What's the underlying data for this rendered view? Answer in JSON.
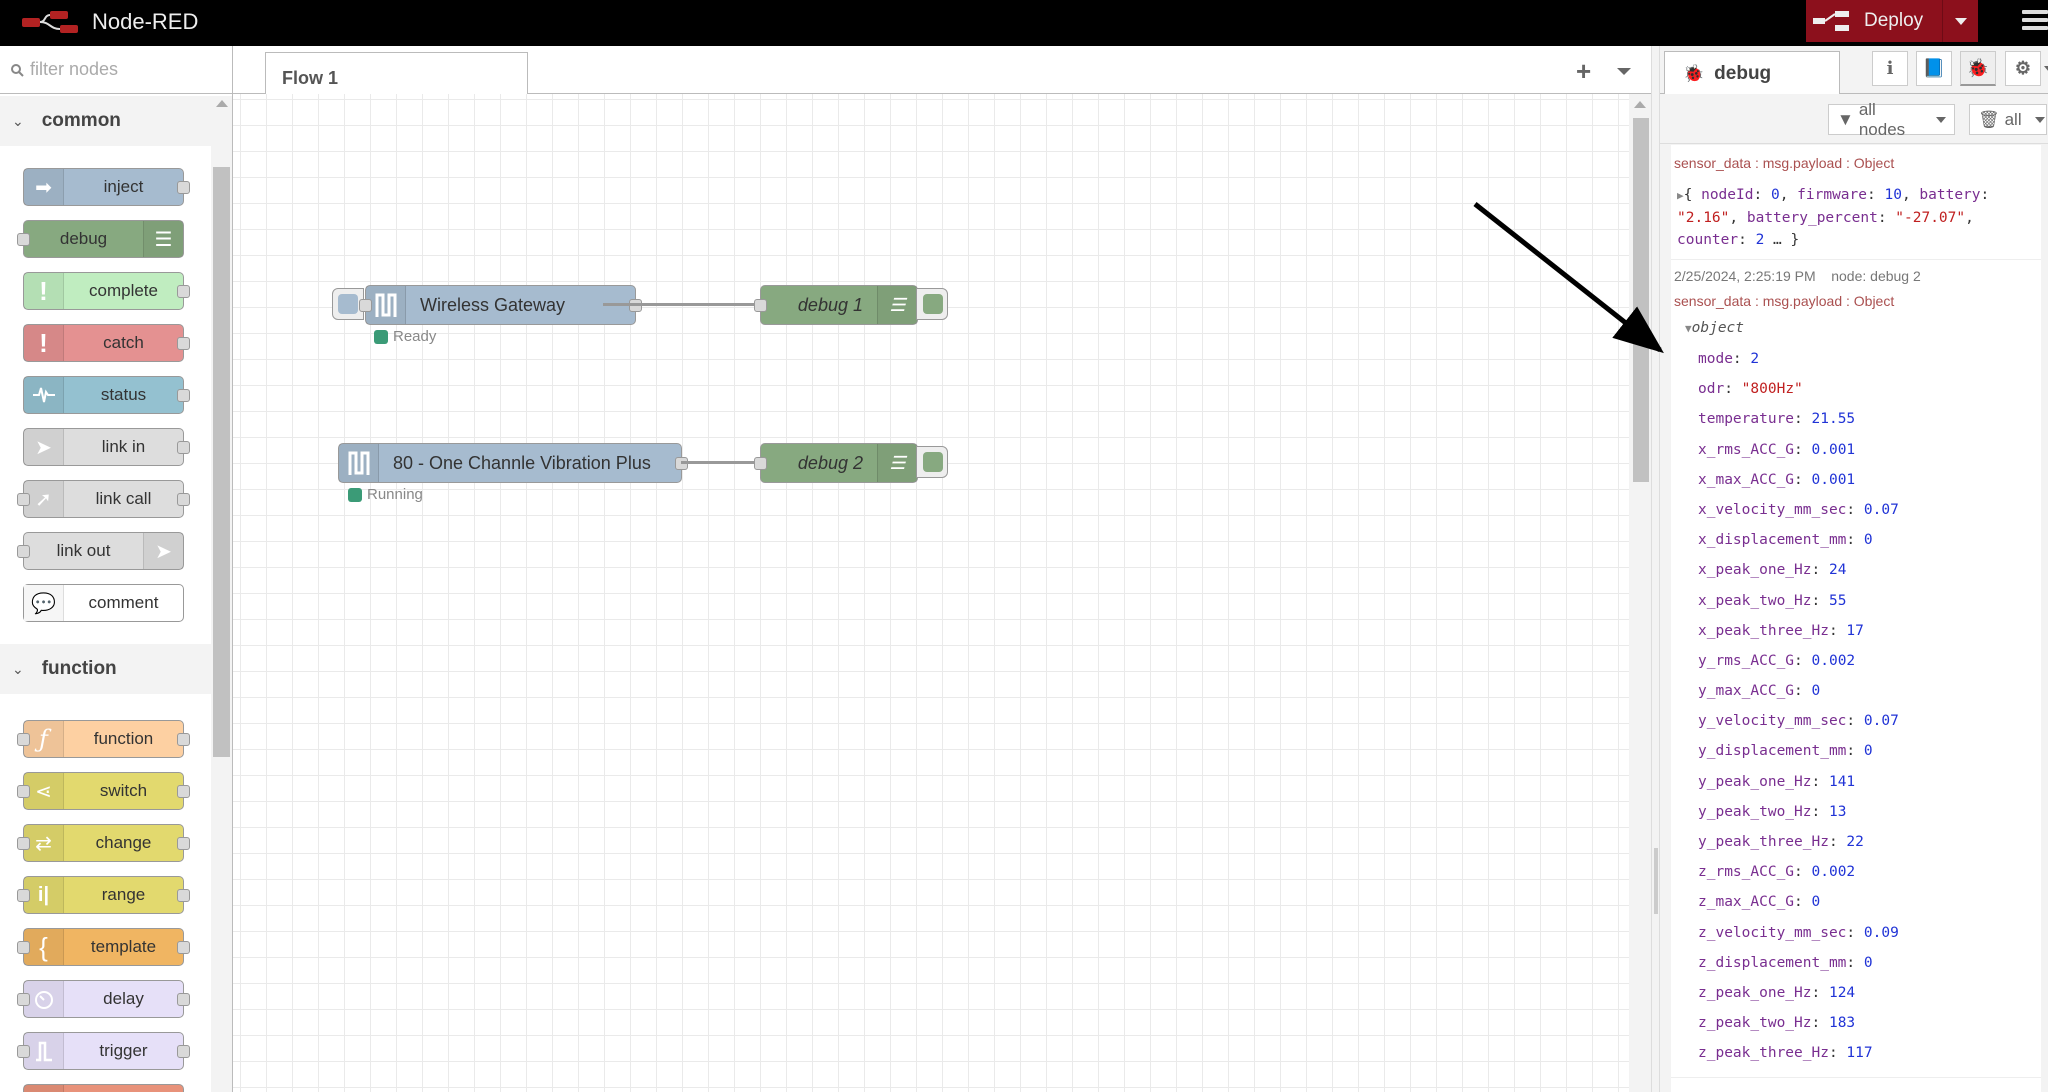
{
  "header": {
    "app_title": "Node-RED",
    "deploy_label": "Deploy",
    "deploy_color": "#8c101c"
  },
  "palette": {
    "search_placeholder": "filter nodes",
    "categories": [
      {
        "name": "common",
        "nodes": [
          {
            "label": "inject",
            "icon": "arrow-in-icon",
            "color": "#a6bbcf"
          },
          {
            "label": "debug",
            "icon": "list-icon",
            "color": "#87a980"
          },
          {
            "label": "complete",
            "icon": "exclamation-icon",
            "color": "#c0edc0"
          },
          {
            "label": "catch",
            "icon": "exclamation-icon",
            "color": "#e49191"
          },
          {
            "label": "status",
            "icon": "pulse-icon",
            "color": "#94c1d0"
          },
          {
            "label": "link in",
            "icon": "link-in-icon",
            "color": "#dddddd"
          },
          {
            "label": "link call",
            "icon": "link-call-icon",
            "color": "#dddddd"
          },
          {
            "label": "link out",
            "icon": "link-out-icon",
            "color": "#dddddd"
          },
          {
            "label": "comment",
            "icon": "comment-icon",
            "color": "#ffffff"
          }
        ]
      },
      {
        "name": "function",
        "nodes": [
          {
            "label": "function",
            "icon": "function-icon",
            "color": "#fdd0a2"
          },
          {
            "label": "switch",
            "icon": "switch-icon",
            "color": "#e2d96e"
          },
          {
            "label": "change",
            "icon": "shuffle-icon",
            "color": "#e2d96e"
          },
          {
            "label": "range",
            "icon": "range-icon",
            "color": "#e2d96e"
          },
          {
            "label": "template",
            "icon": "brace-icon",
            "color": "#f0b562"
          },
          {
            "label": "delay",
            "icon": "timer-icon",
            "color": "#e6e0f8"
          },
          {
            "label": "trigger",
            "icon": "pulse-step-icon",
            "color": "#e6e0f8"
          }
        ]
      }
    ]
  },
  "workspace": {
    "tabs": [
      {
        "label": "Flow 1"
      }
    ],
    "flow_nodes": [
      {
        "label": "Wireless Gateway",
        "status": "Ready"
      },
      {
        "label": "debug 1"
      },
      {
        "label": "80 - One Channle Vibration Plus",
        "status": "Running"
      },
      {
        "label": "debug 2"
      }
    ]
  },
  "sidebar": {
    "active_tab": "debug",
    "tab_label": "debug",
    "filter_label": "all nodes",
    "clear_label": "all",
    "messages": [
      {
        "topic": "sensor_data : msg.payload : Object",
        "summary": {
          "nodeId": "0",
          "firmware": "10",
          "battery": "\"2.16\"",
          "battery_percent": "\"-27.07\"",
          "counter": "2"
        }
      },
      {
        "timestamp": "2/25/2024, 2:25:19 PM",
        "node": "node: debug 2",
        "topic": "sensor_data : msg.payload : Object",
        "object_label": "object",
        "props": [
          {
            "key": "mode",
            "value": "2",
            "type": "num"
          },
          {
            "key": "odr",
            "value": "\"800Hz\"",
            "type": "str"
          },
          {
            "key": "temperature",
            "value": "21.55",
            "type": "num"
          },
          {
            "key": "x_rms_ACC_G",
            "value": "0.001",
            "type": "num"
          },
          {
            "key": "x_max_ACC_G",
            "value": "0.001",
            "type": "num"
          },
          {
            "key": "x_velocity_mm_sec",
            "value": "0.07",
            "type": "num"
          },
          {
            "key": "x_displacement_mm",
            "value": "0",
            "type": "num"
          },
          {
            "key": "x_peak_one_Hz",
            "value": "24",
            "type": "num"
          },
          {
            "key": "x_peak_two_Hz",
            "value": "55",
            "type": "num"
          },
          {
            "key": "x_peak_three_Hz",
            "value": "17",
            "type": "num"
          },
          {
            "key": "y_rms_ACC_G",
            "value": "0.002",
            "type": "num"
          },
          {
            "key": "y_max_ACC_G",
            "value": "0",
            "type": "num"
          },
          {
            "key": "y_velocity_mm_sec",
            "value": "0.07",
            "type": "num"
          },
          {
            "key": "y_displacement_mm",
            "value": "0",
            "type": "num"
          },
          {
            "key": "y_peak_one_Hz",
            "value": "141",
            "type": "num"
          },
          {
            "key": "y_peak_two_Hz",
            "value": "13",
            "type": "num"
          },
          {
            "key": "y_peak_three_Hz",
            "value": "22",
            "type": "num"
          },
          {
            "key": "z_rms_ACC_G",
            "value": "0.002",
            "type": "num"
          },
          {
            "key": "z_max_ACC_G",
            "value": "0",
            "type": "num"
          },
          {
            "key": "z_velocity_mm_sec",
            "value": "0.09",
            "type": "num"
          },
          {
            "key": "z_displacement_mm",
            "value": "0",
            "type": "num"
          },
          {
            "key": "z_peak_one_Hz",
            "value": "124",
            "type": "num"
          },
          {
            "key": "z_peak_two_Hz",
            "value": "183",
            "type": "num"
          },
          {
            "key": "z_peak_three_Hz",
            "value": "117",
            "type": "num"
          }
        ]
      }
    ]
  }
}
